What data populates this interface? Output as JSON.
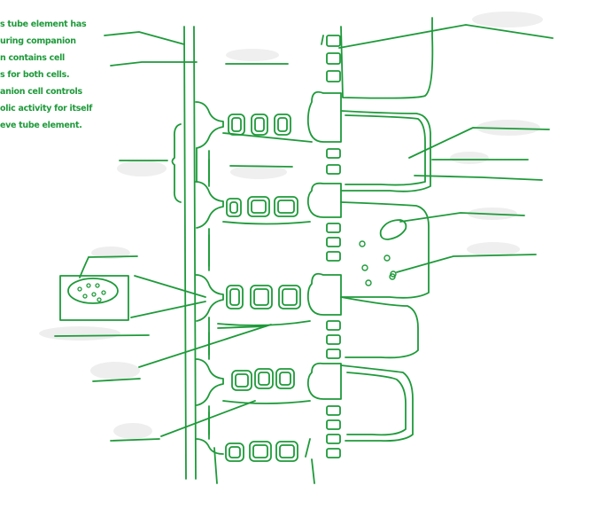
{
  "notes": {
    "lines": [
      "s tube element has",
      "uring companion",
      "n contains cell",
      "s for both cells.",
      "anion cell controls",
      "olic activity for itself",
      "eve tube element."
    ]
  },
  "colors": {
    "ink": "#1e9a3a",
    "smudge": "#ececec"
  }
}
